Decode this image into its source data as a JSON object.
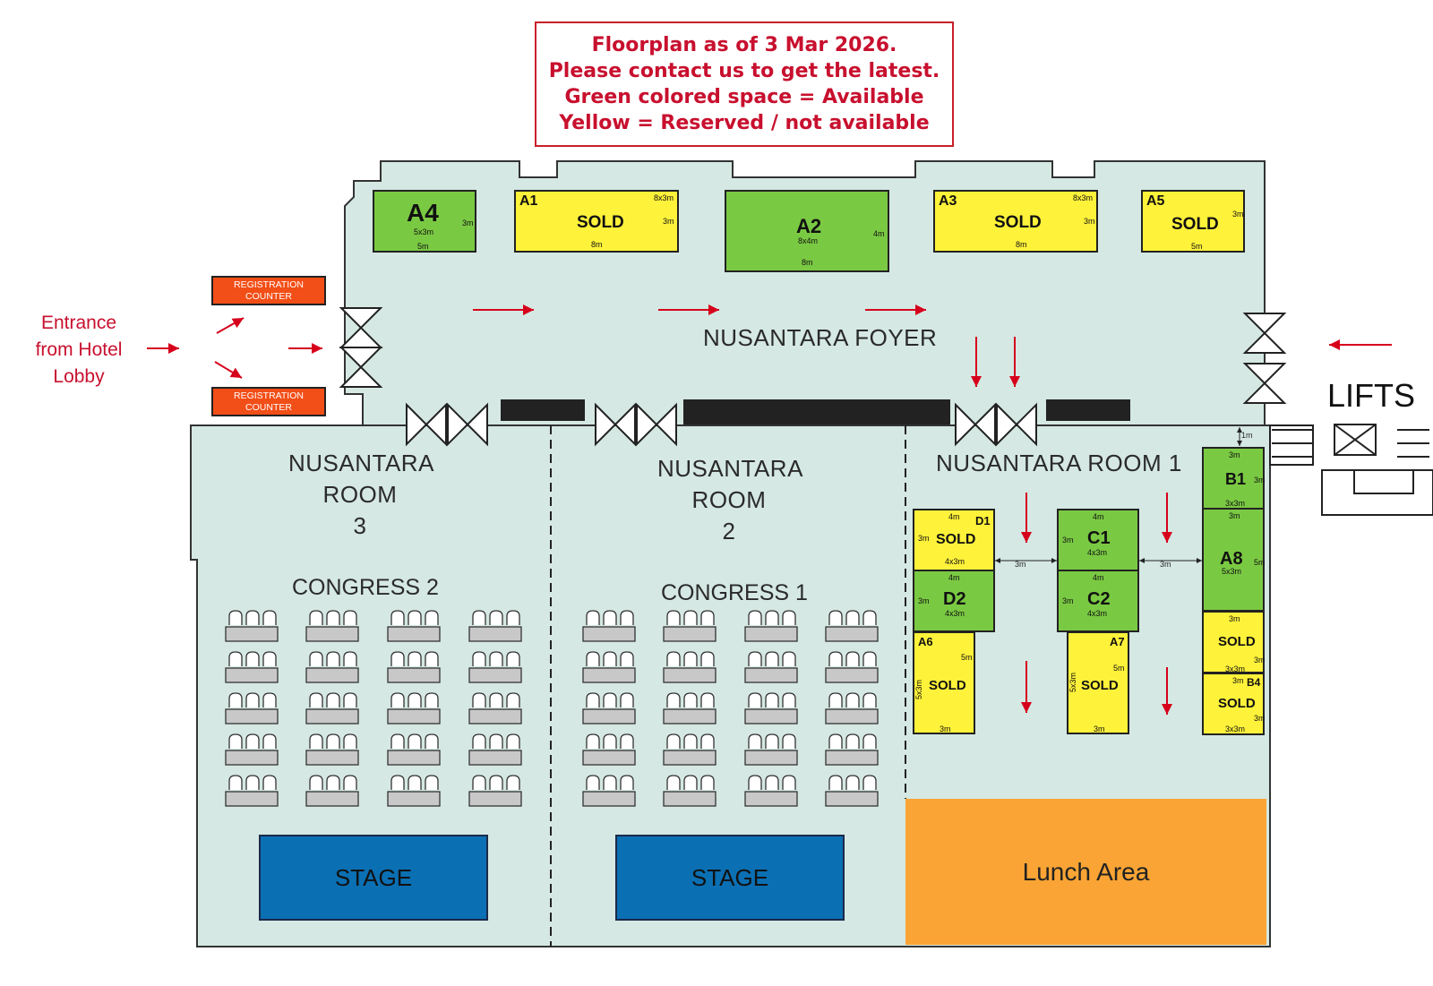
{
  "notice": {
    "line1": "Floorplan as of 3 Mar 2026.",
    "line2": "Please contact us to get the latest.",
    "line3": "Green colored space = Available",
    "line4": "Yellow = Reserved / not available"
  },
  "entrance": {
    "line1": "Entrance",
    "line2": "from Hotel",
    "line3": "Lobby"
  },
  "registration": {
    "top_line1": "REGISTRATION",
    "top_line2": "COUNTER",
    "bottom_line1": "REGISTRATION",
    "bottom_line2": "COUNTER"
  },
  "foyer": {
    "name": "NUSANTARA FOYER"
  },
  "rooms": {
    "room3": {
      "line1": "NUSANTARA",
      "line2": "ROOM",
      "line3": "3",
      "congress": "CONGRESS 2",
      "stage": "STAGE"
    },
    "room2": {
      "line1": "NUSANTARA",
      "line2": "ROOM",
      "line3": "2",
      "congress": "CONGRESS 1",
      "stage": "STAGE"
    },
    "room1": {
      "name": "NUSANTARA ROOM 1",
      "lunch": "Lunch Area"
    }
  },
  "lifts": "LIFTS",
  "colors": {
    "available": "#7ac943",
    "reserved": "#fff23a",
    "floor": "#d5e8e3",
    "stage": "#0b6fb3",
    "lunch": "#f9a434",
    "registration": "#f24e17",
    "notice": "#c8102e"
  },
  "booths": {
    "A4": {
      "id": "A4",
      "status": "",
      "size": "5x3m",
      "w": "5m",
      "h": "3m",
      "state": "available"
    },
    "A1": {
      "id": "A1",
      "status": "SOLD",
      "size": "8x3m",
      "w": "8m",
      "h": "3m",
      "state": "reserved"
    },
    "A2": {
      "id": "A2",
      "status": "",
      "size": "8x4m",
      "w": "8m",
      "h": "4m",
      "state": "available"
    },
    "A3": {
      "id": "A3",
      "status": "SOLD",
      "size": "8x3m",
      "w": "8m",
      "h": "3m",
      "state": "reserved"
    },
    "A5": {
      "id": "A5",
      "status": "SOLD",
      "w": "5m",
      "h": "3m",
      "state": "reserved"
    },
    "D1": {
      "id": "D1",
      "status": "SOLD",
      "size": "4x3m",
      "w": "4m",
      "h": "3m",
      "state": "reserved"
    },
    "D2": {
      "id": "D2",
      "status": "",
      "size": "4x3m",
      "w": "4m",
      "h": "3m",
      "state": "available"
    },
    "C1": {
      "id": "C1",
      "status": "",
      "size": "4x3m",
      "w": "4m",
      "h": "3m",
      "state": "available"
    },
    "C2": {
      "id": "C2",
      "status": "",
      "size": "4x3m",
      "w": "4m",
      "h": "3m",
      "state": "available"
    },
    "A6": {
      "id": "A6",
      "status": "SOLD",
      "size": "5x3m",
      "w": "3m",
      "h": "5m",
      "state": "reserved"
    },
    "A7": {
      "id": "A7",
      "status": "SOLD",
      "size": "5x3m",
      "w": "3m",
      "h": "5m",
      "state": "reserved"
    },
    "B1": {
      "id": "B1",
      "status": "",
      "size": "3x3m",
      "w": "3m",
      "h": "3m",
      "state": "available"
    },
    "A8": {
      "id": "A8",
      "status": "",
      "size": "5x3m",
      "w": "3m",
      "h": "5m",
      "state": "available"
    },
    "B3": {
      "id": "",
      "status": "SOLD",
      "size": "3x3m",
      "w": "3m",
      "h": "3m",
      "state": "reserved"
    },
    "B4": {
      "id": "B4",
      "status": "SOLD",
      "size": "3x3m",
      "w": "3m",
      "h": "3m",
      "state": "reserved"
    }
  },
  "aisles": {
    "gap1": "3m",
    "gap2": "3m",
    "lift_gap": "1m"
  }
}
